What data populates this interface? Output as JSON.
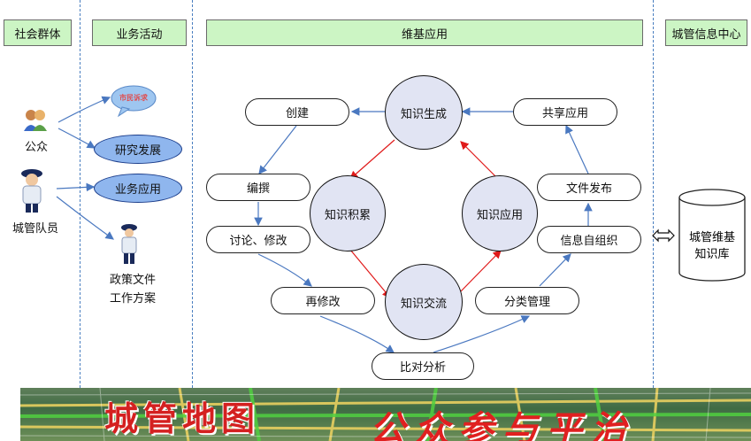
{
  "headers": {
    "social": "社会群体",
    "business": "业务活动",
    "wiki": "维基应用",
    "center": "城管信息中心"
  },
  "left": {
    "public": "公众",
    "officer": "城管队员"
  },
  "business": {
    "complaint": "市民诉求",
    "research": "研究发展",
    "apply": "业务应用",
    "docs1": "政策文件",
    "docs2": "工作方案"
  },
  "nodes": {
    "create": "创建",
    "compose": "编撰",
    "discuss": "讨论、修改",
    "revise": "再修改",
    "compare": "比对分析",
    "classify": "分类管理",
    "selforg": "信息自组织",
    "publish": "文件发布",
    "share": "共享应用"
  },
  "circles": {
    "gen": "知识生成",
    "accum": "知识积累",
    "exchange": "知识交流",
    "use": "知识应用"
  },
  "db": {
    "line1": "城管维基",
    "line2": "知识库"
  },
  "banner": {
    "title1": "城管地图",
    "title2": "公众参与平治"
  },
  "colors": {
    "header_fill": "#ccf5c4",
    "circle_fill": "#e1e4f3",
    "blue_pill": "#8fb6ee",
    "arrow_blue": "#4a78c0",
    "arrow_red": "#e01a1a"
  }
}
